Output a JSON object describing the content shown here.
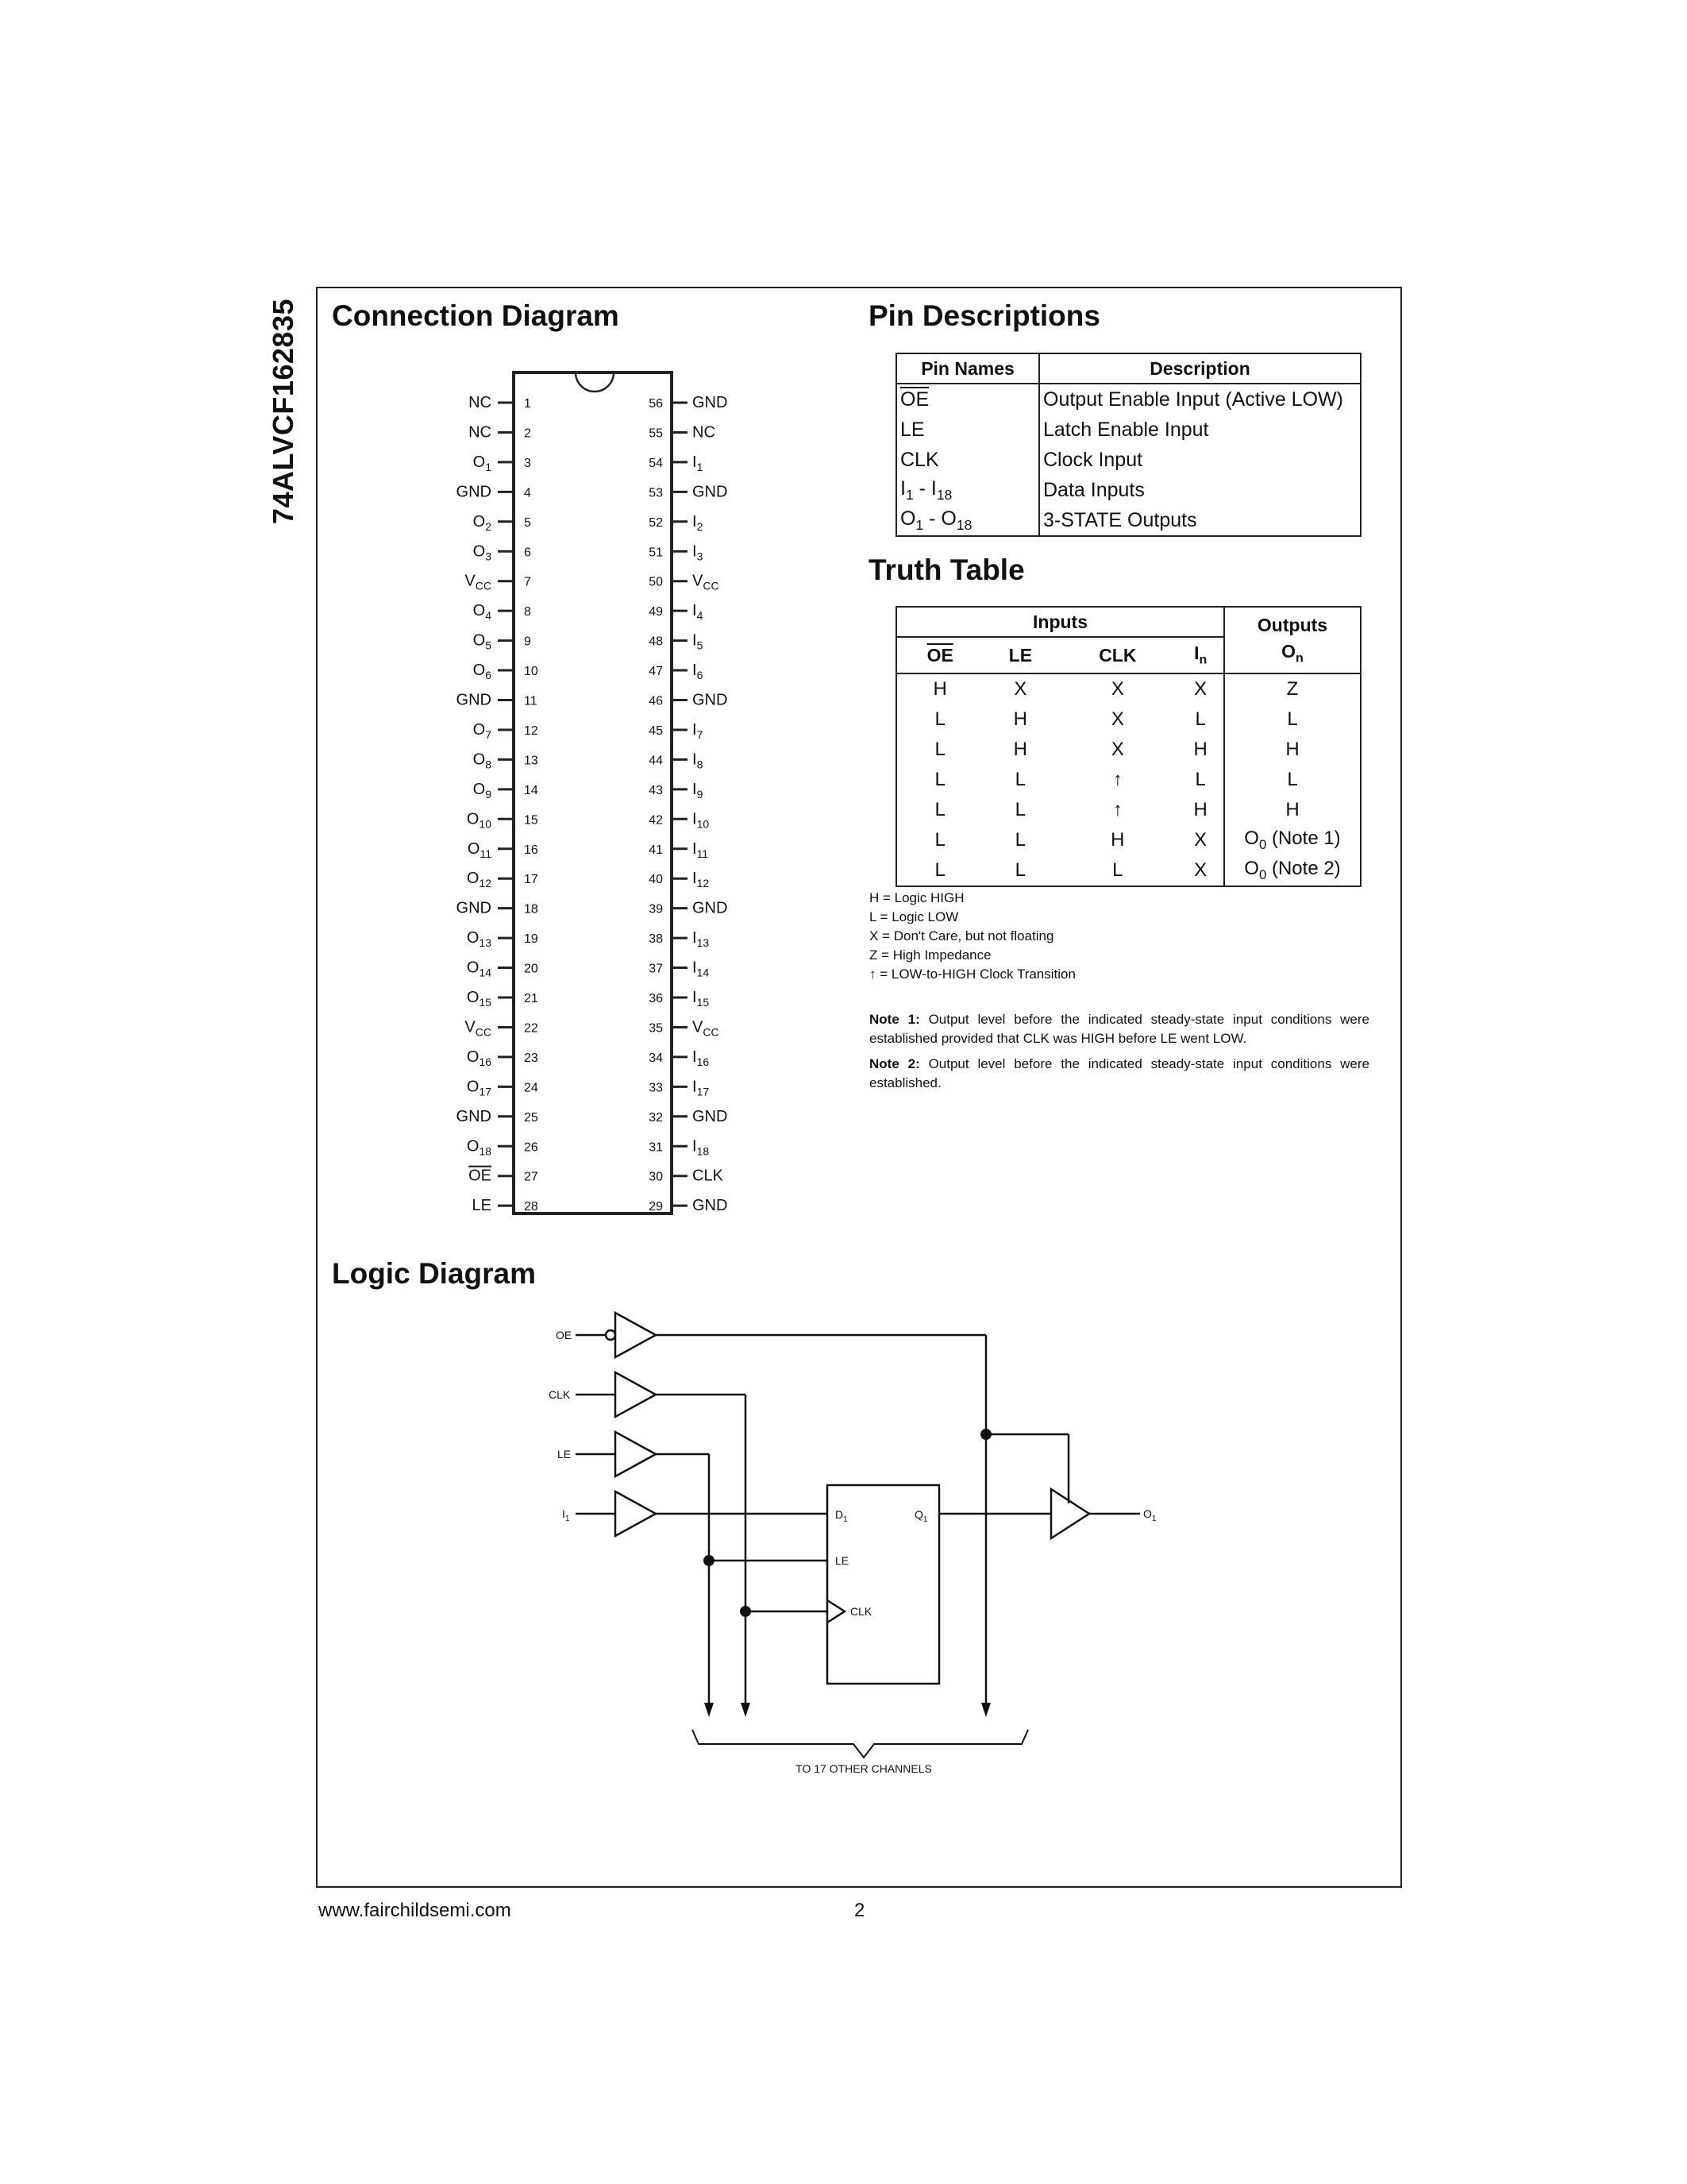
{
  "document": {
    "side_title": "74ALVCF162835",
    "footer_url": "www.fairchildsemi.com",
    "page_number": "2"
  },
  "sections": {
    "connection_diagram": "Connection Diagram",
    "pin_descriptions": "Pin Descriptions",
    "truth_table": "Truth Table",
    "logic_diagram": "Logic Diagram"
  },
  "connection_diagram": {
    "left_pins": [
      {
        "num": "1",
        "name": "NC"
      },
      {
        "num": "2",
        "name": "NC"
      },
      {
        "num": "3",
        "name": "O",
        "sub": "1"
      },
      {
        "num": "4",
        "name": "GND"
      },
      {
        "num": "5",
        "name": "O",
        "sub": "2"
      },
      {
        "num": "6",
        "name": "O",
        "sub": "3"
      },
      {
        "num": "7",
        "name": "V",
        "sub": "CC"
      },
      {
        "num": "8",
        "name": "O",
        "sub": "4"
      },
      {
        "num": "9",
        "name": "O",
        "sub": "5"
      },
      {
        "num": "10",
        "name": "O",
        "sub": "6"
      },
      {
        "num": "11",
        "name": "GND"
      },
      {
        "num": "12",
        "name": "O",
        "sub": "7"
      },
      {
        "num": "13",
        "name": "O",
        "sub": "8"
      },
      {
        "num": "14",
        "name": "O",
        "sub": "9"
      },
      {
        "num": "15",
        "name": "O",
        "sub": "10"
      },
      {
        "num": "16",
        "name": "O",
        "sub": "11"
      },
      {
        "num": "17",
        "name": "O",
        "sub": "12"
      },
      {
        "num": "18",
        "name": "GND"
      },
      {
        "num": "19",
        "name": "O",
        "sub": "13"
      },
      {
        "num": "20",
        "name": "O",
        "sub": "14"
      },
      {
        "num": "21",
        "name": "O",
        "sub": "15"
      },
      {
        "num": "22",
        "name": "V",
        "sub": "CC"
      },
      {
        "num": "23",
        "name": "O",
        "sub": "16"
      },
      {
        "num": "24",
        "name": "O",
        "sub": "17"
      },
      {
        "num": "25",
        "name": "GND"
      },
      {
        "num": "26",
        "name": "O",
        "sub": "18"
      },
      {
        "num": "27",
        "name": "OE",
        "overline": true
      },
      {
        "num": "28",
        "name": "LE"
      }
    ],
    "right_pins": [
      {
        "num": "56",
        "name": "GND"
      },
      {
        "num": "55",
        "name": "NC"
      },
      {
        "num": "54",
        "name": "I",
        "sub": "1"
      },
      {
        "num": "53",
        "name": "GND"
      },
      {
        "num": "52",
        "name": "I",
        "sub": "2"
      },
      {
        "num": "51",
        "name": "I",
        "sub": "3"
      },
      {
        "num": "50",
        "name": "V",
        "sub": "CC"
      },
      {
        "num": "49",
        "name": "I",
        "sub": "4"
      },
      {
        "num": "48",
        "name": "I",
        "sub": "5"
      },
      {
        "num": "47",
        "name": "I",
        "sub": "6"
      },
      {
        "num": "46",
        "name": "GND"
      },
      {
        "num": "45",
        "name": "I",
        "sub": "7"
      },
      {
        "num": "44",
        "name": "I",
        "sub": "8"
      },
      {
        "num": "43",
        "name": "I",
        "sub": "9"
      },
      {
        "num": "42",
        "name": "I",
        "sub": "10"
      },
      {
        "num": "41",
        "name": "I",
        "sub": "11"
      },
      {
        "num": "40",
        "name": "I",
        "sub": "12"
      },
      {
        "num": "39",
        "name": "GND"
      },
      {
        "num": "38",
        "name": "I",
        "sub": "13"
      },
      {
        "num": "37",
        "name": "I",
        "sub": "14"
      },
      {
        "num": "36",
        "name": "I",
        "sub": "15"
      },
      {
        "num": "35",
        "name": "V",
        "sub": "CC"
      },
      {
        "num": "34",
        "name": "I",
        "sub": "16"
      },
      {
        "num": "33",
        "name": "I",
        "sub": "17"
      },
      {
        "num": "32",
        "name": "GND"
      },
      {
        "num": "31",
        "name": "I",
        "sub": "18"
      },
      {
        "num": "30",
        "name": "CLK"
      },
      {
        "num": "29",
        "name": "GND"
      }
    ]
  },
  "pin_table": {
    "headers": [
      "Pin Names",
      "Description"
    ],
    "rows": [
      {
        "name": "OE",
        "overline": true,
        "desc": "Output Enable Input (Active LOW)"
      },
      {
        "name": "LE",
        "desc": "Latch Enable Input"
      },
      {
        "name": "CLK",
        "desc": "Clock Input"
      },
      {
        "a": "I",
        "as": "1",
        "sep": " - ",
        "b": "I",
        "bs": "18",
        "desc": "Data Inputs"
      },
      {
        "a": "O",
        "as": "1",
        "sep": " - ",
        "b": "O",
        "bs": "18",
        "desc": "3-STATE Outputs"
      }
    ]
  },
  "truth_table": {
    "group_inputs": "Inputs",
    "group_outputs": "Outputs",
    "col_oe": "OE",
    "col_le": "LE",
    "col_clk": "CLK",
    "col_in": "I",
    "col_in_sub": "n",
    "col_on": "O",
    "col_on_sub": "n",
    "rows": [
      [
        "H",
        "X",
        "X",
        "X",
        "Z"
      ],
      [
        "L",
        "H",
        "X",
        "L",
        "L"
      ],
      [
        "L",
        "H",
        "X",
        "H",
        "H"
      ],
      [
        "L",
        "L",
        "↑",
        "L",
        "L"
      ],
      [
        "L",
        "L",
        "↑",
        "H",
        "H"
      ],
      [
        "L",
        "L",
        "H",
        "X",
        "O|0| (Note 1)"
      ],
      [
        "L",
        "L",
        "L",
        "X",
        "O|0| (Note 2)"
      ]
    ],
    "legend": [
      "H = Logic HIGH",
      "L = Logic LOW",
      "X = Don't Care, but not floating",
      "Z = High Impedance",
      "↑ = LOW-to-HIGH Clock Transition"
    ],
    "notes": [
      {
        "label": "Note 1:",
        "text": "Output level before the indicated steady-state input conditions were established provided that CLK was HIGH before LE went LOW."
      },
      {
        "label": "Note 2:",
        "text": "Output level before the indicated steady-state input conditions were established."
      }
    ]
  },
  "logic_diagram": {
    "in_oe": "OE",
    "in_clk": "CLK",
    "in_le": "LE",
    "in_i": "I",
    "in_i_sub": "1",
    "ff_d": "D",
    "ff_d_sub": "1",
    "ff_q": "Q",
    "ff_q_sub": "1",
    "ff_le": "LE",
    "ff_clk": "CLK",
    "out_o": "O",
    "out_o_sub": "1",
    "caption": "TO 17 OTHER CHANNELS"
  }
}
